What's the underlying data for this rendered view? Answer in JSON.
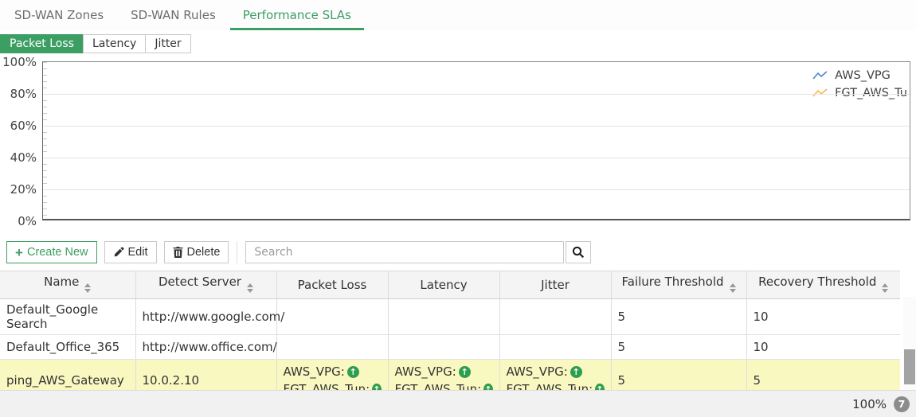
{
  "nav_tabs": [
    {
      "label": "SD-WAN Zones",
      "active": false
    },
    {
      "label": "SD-WAN Rules",
      "active": false
    },
    {
      "label": "Performance SLAs",
      "active": true
    }
  ],
  "metric_tabs": [
    {
      "label": "Packet Loss",
      "active": true
    },
    {
      "label": "Latency",
      "active": false
    },
    {
      "label": "Jitter",
      "active": false
    }
  ],
  "chart_data": {
    "type": "line",
    "title": "",
    "xlabel": "",
    "ylabel": "",
    "ylim": [
      0,
      100
    ],
    "y_ticks": [
      "100%",
      "80%",
      "60%",
      "40%",
      "20%",
      "0%"
    ],
    "grid": true,
    "legend_position": "top-right",
    "series": [
      {
        "name": "AWS_VPG",
        "color": "#4f86c6",
        "values": [
          0
        ]
      },
      {
        "name": "FGT_AWS_Tu",
        "color": "#f7b84b",
        "values": [
          0
        ]
      }
    ]
  },
  "toolbar": {
    "create_label": "Create New",
    "edit_label": "Edit",
    "delete_label": "Delete",
    "search_placeholder": "Search"
  },
  "table": {
    "columns": [
      {
        "label": "Name",
        "sortable": true
      },
      {
        "label": "Detect Server",
        "sortable": true
      },
      {
        "label": "Packet Loss",
        "sortable": false
      },
      {
        "label": "Latency",
        "sortable": false
      },
      {
        "label": "Jitter",
        "sortable": false
      },
      {
        "label": "Failure Threshold",
        "sortable": true
      },
      {
        "label": "Recovery Threshold",
        "sortable": true
      }
    ],
    "rows": [
      {
        "name": "Default_Google Search",
        "detect_server": "http://www.google.com/",
        "packet_loss": [],
        "latency": [],
        "jitter": [],
        "failure_threshold": "5",
        "recovery_threshold": "10",
        "highlighted": false
      },
      {
        "name": "Default_Office_365",
        "detect_server": "http://www.office.com/",
        "packet_loss": [],
        "latency": [],
        "jitter": [],
        "failure_threshold": "5",
        "recovery_threshold": "10",
        "highlighted": false
      },
      {
        "name": "ping_AWS_Gateway",
        "detect_server": "10.0.2.10",
        "packet_loss": [
          {
            "label": "AWS_VPG:",
            "icon": "up-circle-icon"
          },
          {
            "label": "FGT_AWS_Tun:",
            "icon": "up-circle-icon"
          }
        ],
        "latency": [
          {
            "label": "AWS_VPG:",
            "icon": "up-circle-icon"
          },
          {
            "label": "FGT_AWS_Tun:",
            "icon": "up-circle-icon"
          }
        ],
        "jitter": [
          {
            "label": "AWS_VPG:",
            "icon": "up-circle-icon"
          },
          {
            "label": "FGT_AWS_Tun:",
            "icon": "up-circle-icon"
          }
        ],
        "failure_threshold": "5",
        "recovery_threshold": "5",
        "highlighted": true
      }
    ]
  },
  "footer": {
    "zoom_level": "100%",
    "notification_count": "7"
  },
  "colors": {
    "accent_green": "#3b9e63",
    "status_up_green": "#2f9e4f",
    "highlight_row_yellow": "#faf8c1",
    "series_blue": "#4f86c6",
    "series_yellow": "#f7b84b"
  }
}
